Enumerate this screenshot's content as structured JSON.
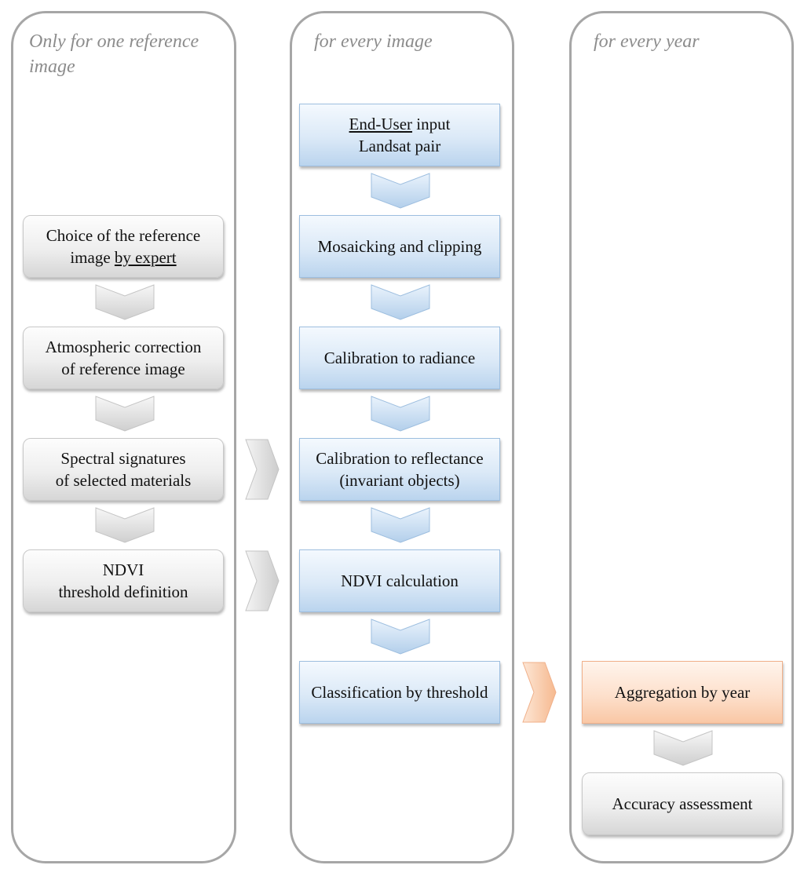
{
  "lanes": {
    "reference": {
      "title": "Only for one reference image"
    },
    "every_image": {
      "title": "for every image"
    },
    "every_year": {
      "title": "for every year"
    }
  },
  "reference_steps": {
    "choice": {
      "line1": "Choice of the reference",
      "line2_pre": "image ",
      "line2_underlined": "by expert"
    },
    "atmospheric": {
      "line1": "Atmospheric correction",
      "line2": "of reference image"
    },
    "spectral": {
      "line1": "Spectral signatures",
      "line2": "of selected materials"
    },
    "ndvi_threshold": {
      "line1": "NDVI",
      "line2": "threshold definition"
    }
  },
  "image_steps": {
    "input": {
      "line1_underlined": "End-User",
      "line1_post": " input",
      "line2": "Landsat pair"
    },
    "mosaicking": {
      "label": "Mosaicking and clipping"
    },
    "radiance": {
      "label": "Calibration to radiance"
    },
    "reflectance": {
      "line1": "Calibration to reflectance",
      "line2": "(invariant objects)"
    },
    "ndvi_calc": {
      "label": "NDVI calculation"
    },
    "classification": {
      "label": "Classification by threshold"
    }
  },
  "year_steps": {
    "aggregation": {
      "label": "Aggregation by year"
    },
    "accuracy": {
      "label": "Accuracy assessment"
    }
  },
  "colors": {
    "lane_border": "#a6a6a6",
    "gray_box": "#e6e6e6",
    "blue_box": "#cfe1f3",
    "orange_box": "#fcd5bb",
    "gray_arrow": "#d9d9d9",
    "blue_arrow": "#c6dcf2",
    "orange_arrow": "#f9c9a8"
  }
}
